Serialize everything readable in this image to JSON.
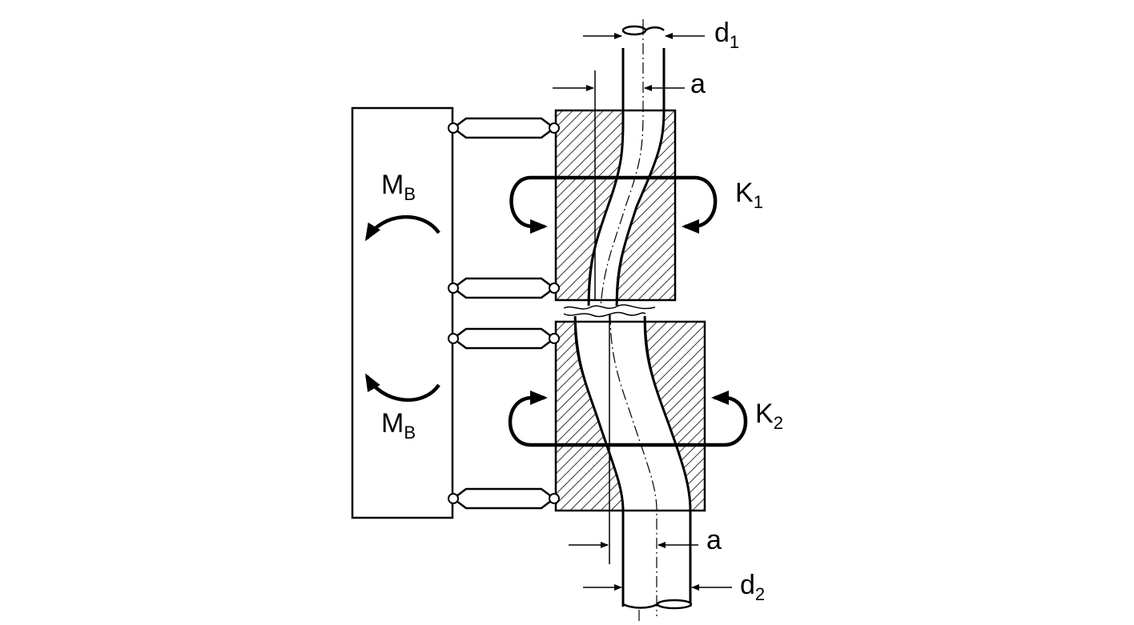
{
  "labels": {
    "d1": {
      "main": "d",
      "sub": "1"
    },
    "d2": {
      "main": "d",
      "sub": "2"
    },
    "a_top": "a",
    "a_bottom": "a",
    "k1": {
      "main": "K",
      "sub": "1"
    },
    "k2": {
      "main": "K",
      "sub": "2"
    },
    "mb_top": {
      "main": "M",
      "sub": "B"
    },
    "mb_bottom": {
      "main": "M",
      "sub": "B"
    }
  },
  "colors": {
    "stroke": "#000000",
    "background": "#ffffff"
  }
}
